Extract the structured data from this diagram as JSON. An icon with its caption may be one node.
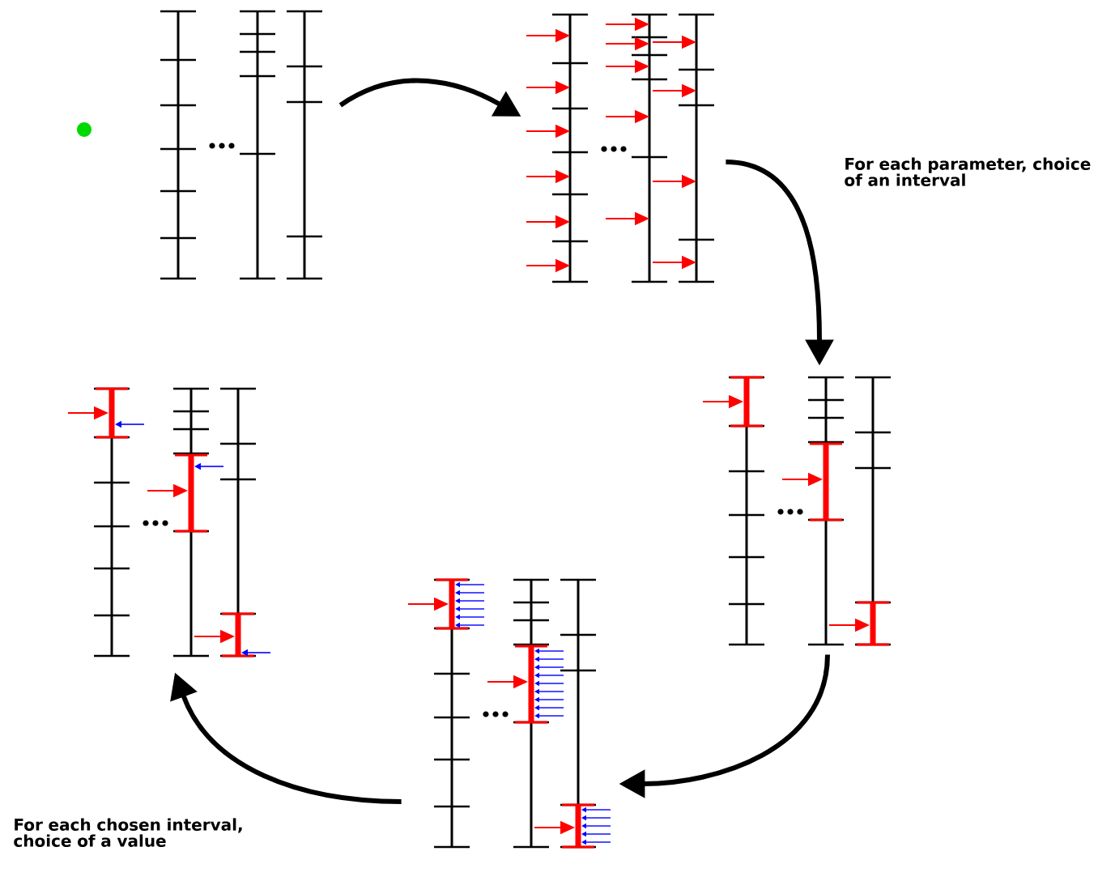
{
  "diagram": {
    "nodes": [
      {
        "text": [],
        "shape": "picture"
      },
      {
        "text": [],
        "shape": "picture"
      },
      {
        "text": [],
        "shape": "picture"
      },
      {
        "text": [],
        "shape": "picture"
      },
      {
        "text": [],
        "shape": "picture"
      }
    ],
    "edges": [
      {
        "from": 0,
        "to": 1,
        "arrow": "to"
      },
      {
        "from": 1,
        "to": 2,
        "arrow": "to",
        "label": "For each parameter, choice of an interval"
      },
      {
        "from": 2,
        "to": 3,
        "arrow": "to"
      },
      {
        "from": 3,
        "to": 4,
        "arrow": "to",
        "label": "For each chosen interval, choice of a value"
      }
    ]
  }
}
